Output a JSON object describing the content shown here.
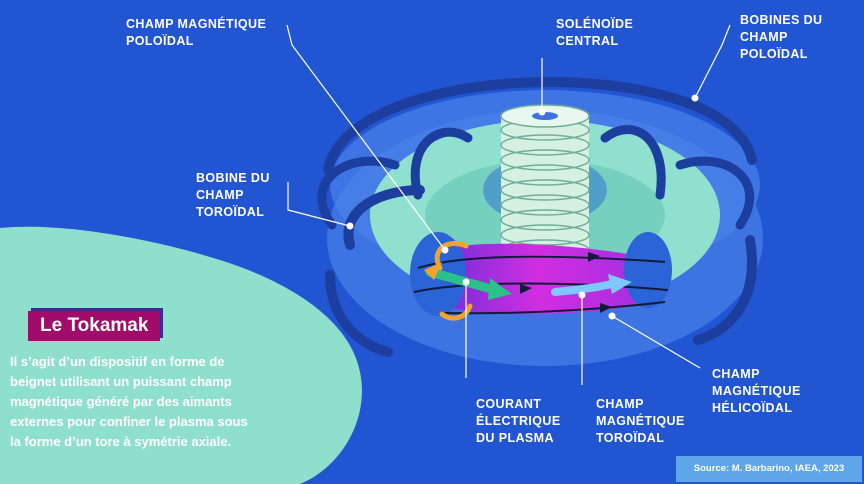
{
  "labels": {
    "poloidal_field": "CHAMP MAGNÉTIQUE\nPOLOÏDAL",
    "central_solenoid": "SOLÉNOÏDE\nCENTRAL",
    "poloidal_coils": "BOBINES DU\nCHAMP\nPOLOÏDAL",
    "toroidal_coil": "BOBINE DU\nCHAMP\nTOROÏDAL",
    "plasma_current": "COURANT\nÉLECTRIQUE\nDU PLASMA",
    "toroidal_field": "CHAMP\nMAGNÉTIQUE\nTOROÏDAL",
    "helical_field": "CHAMP\nMAGNÉTIQUE\nHÉLICOÏDAL"
  },
  "info": {
    "title": "Le Tokamak",
    "description": "Il s’agit d’un dispositif en forme de\nbeignet utilisant un puissant champ\nmagnétique généré par des aimants\nexternes pour confiner le plasma sous\nla forme d’un tore à symétrie axiale."
  },
  "source": "Source: M.  Barbarino, IAEA, 2023",
  "colors": {
    "background": "#2255d2",
    "vessel": "#3d74e2",
    "torus": "#8fe0cf",
    "torus_shadow": "#63c3b5",
    "coil": "#1c3e9e",
    "plasma": "#c92bd9",
    "badge": "#a10b6a",
    "source_box": "#5ea5ea",
    "green_arrow": "#2bc28a",
    "orange_arrow": "#f0a330",
    "light_arrow": "#7ec8ff"
  }
}
